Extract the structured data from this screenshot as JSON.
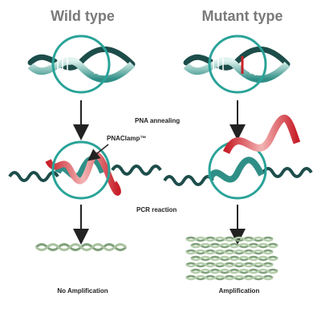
{
  "columns": {
    "wild_type": {
      "title": "Wild type",
      "result": "No Amplification"
    },
    "mutant_type": {
      "title": "Mutant type",
      "result": "Amplification"
    }
  },
  "steps": {
    "annealing": "PNA annealing",
    "pcr": "PCR reaction"
  },
  "probe_label": "PNAClamp™",
  "colors": {
    "dna_dark": "#1d4d4a",
    "dna_teal": "#2f8f86",
    "circle": "#2aa399",
    "pna_red": "#d8242c",
    "mutation": "#c8202a",
    "product_green": "#7fa07a",
    "arrow": "#222222"
  }
}
